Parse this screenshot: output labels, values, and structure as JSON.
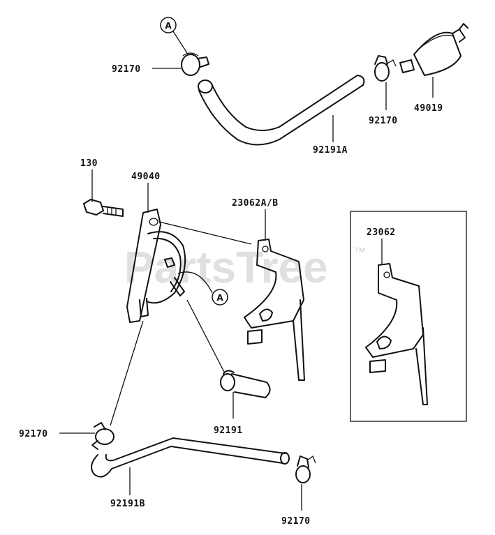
{
  "watermark": {
    "text": "PartsTree",
    "tm": "TM"
  },
  "callouts": {
    "a_top": "A",
    "a_pump": "A"
  },
  "labels": {
    "clamp_top_left": "92170",
    "hose_top": "92191A",
    "clamp_top_right": "92170",
    "fuel_filter": "49019",
    "bolt": "130",
    "fuel_pump": "49040",
    "bracket": "23062A/B",
    "bracket_alt": "23062",
    "hose_elbow": "92191",
    "clamp_bottom_left": "92170",
    "hose_bottom": "92191B",
    "clamp_bottom_right": "92170"
  }
}
